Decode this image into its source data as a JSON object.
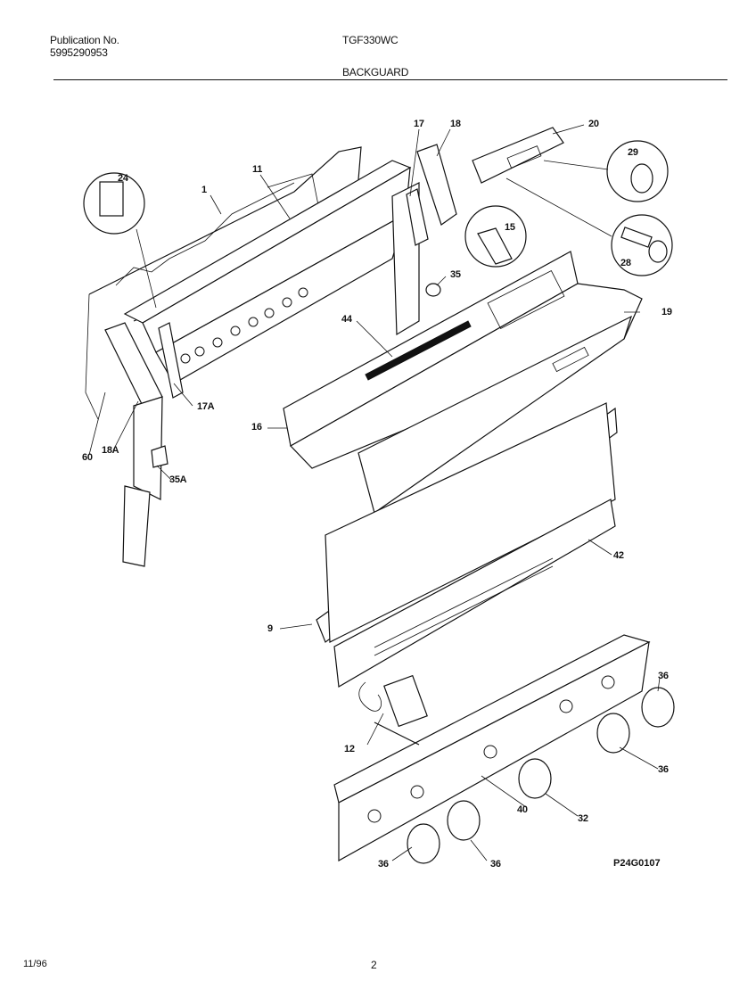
{
  "header": {
    "publication_label": "Publication No.",
    "publication_number": "5995290953",
    "model": "TGF330WC",
    "section": "BACKGUARD"
  },
  "diagram": {
    "code": "P24G0107",
    "callouts": [
      "1",
      "11",
      "24",
      "17",
      "18",
      "20",
      "29",
      "15",
      "35",
      "28",
      "19",
      "44",
      "17A",
      "16",
      "18A",
      "60",
      "35A",
      "42",
      "9",
      "36",
      "36",
      "12",
      "40",
      "32",
      "36",
      "36"
    ]
  },
  "footer": {
    "date": "11/96",
    "page": "2"
  }
}
